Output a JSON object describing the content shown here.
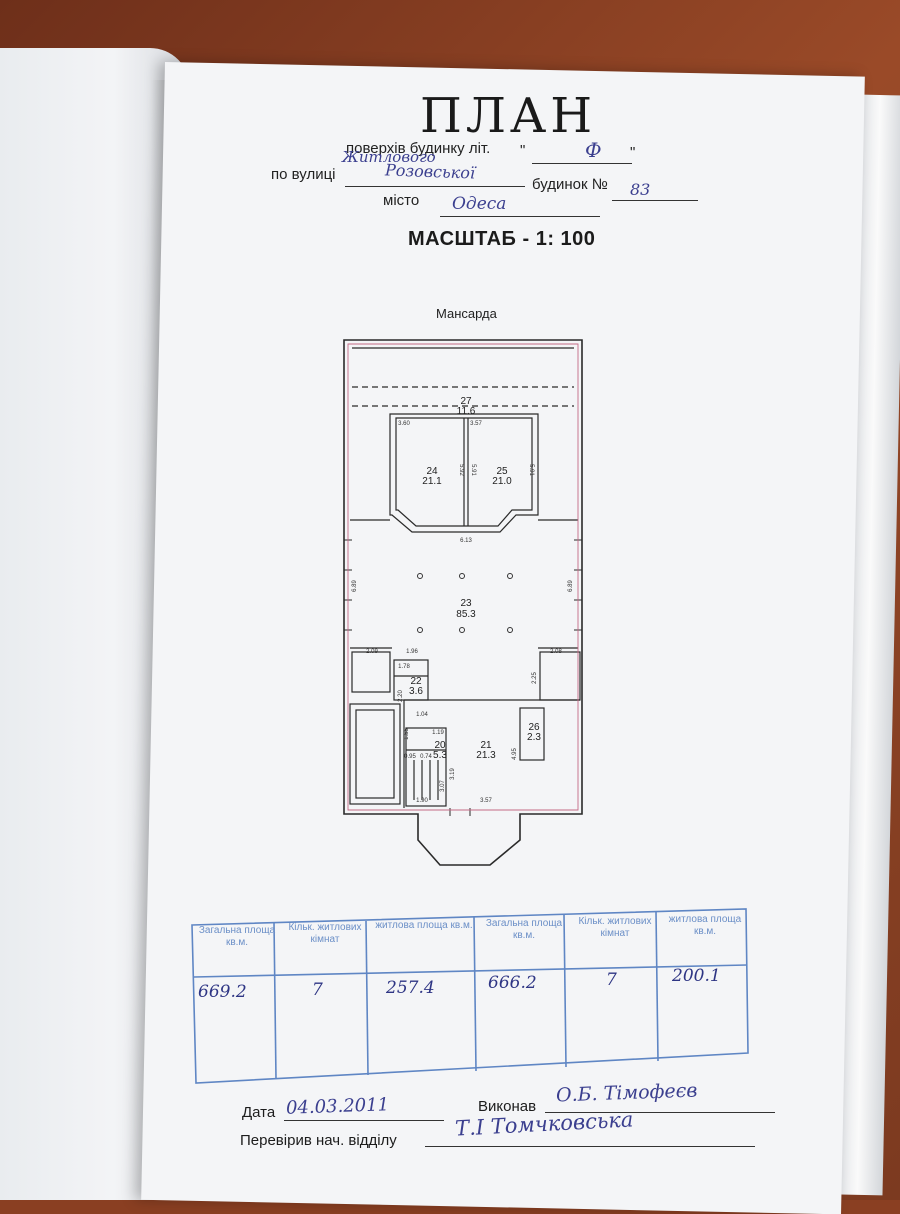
{
  "header": {
    "title": "ПЛАН",
    "floors_label": "поверхів будинку літ.",
    "floors_quote_open": "\"",
    "floors_value": "Ф",
    "floors_quote_close": "\"",
    "floors_hand_prefix": "Житлового",
    "street_label": "по вулиці",
    "street_value": "Розовської",
    "house_label": "будинок №",
    "house_value": "83",
    "city_label": "місто",
    "city_value": "Одеса",
    "scale": "МАСШТАБ  - 1: 100"
  },
  "plan": {
    "floor_name": "Мансарда",
    "rooms": [
      {
        "id": "27",
        "area": "11.6"
      },
      {
        "id": "24",
        "area": "21.1"
      },
      {
        "id": "25",
        "area": "21.0"
      },
      {
        "id": "23",
        "area": "85.3"
      },
      {
        "id": "22",
        "area": "3.6"
      },
      {
        "id": "21",
        "area": "21.3"
      },
      {
        "id": "20",
        "area": "5.3"
      },
      {
        "id": "26",
        "area": "2.3"
      }
    ],
    "dimensions": [
      "3.60",
      "3.57",
      "5.92",
      "5.91",
      "5.91",
      "6.13",
      "6.89",
      "6.89",
      "2.09",
      "1.96",
      "2.08",
      "1.78",
      "2.20",
      "2.25",
      "1.04",
      "1.55",
      "1.19",
      "0.95",
      "0.74",
      "3.19",
      "4.95",
      "1.90",
      "3.57",
      "3.07"
    ]
  },
  "table": {
    "headers": [
      "Загальна площа кв.м.",
      "Кільк. житлових кімнат",
      "житлова площа кв.м.",
      "Загальна площа кв.м.",
      "Кільк. житлових кімнат",
      "житлова площа кв.м."
    ],
    "values": [
      "669.2",
      "7",
      "257.4",
      "666.2",
      "7",
      "200.1"
    ]
  },
  "footer": {
    "date_label": "Дата",
    "date_value": "04.03.2011",
    "executor_label": "Виконав",
    "executor_value": "О.Б. Тімофеєв",
    "checked_label": "Перевірив нач. відділу",
    "checked_value": "Т.І Томчковська"
  }
}
